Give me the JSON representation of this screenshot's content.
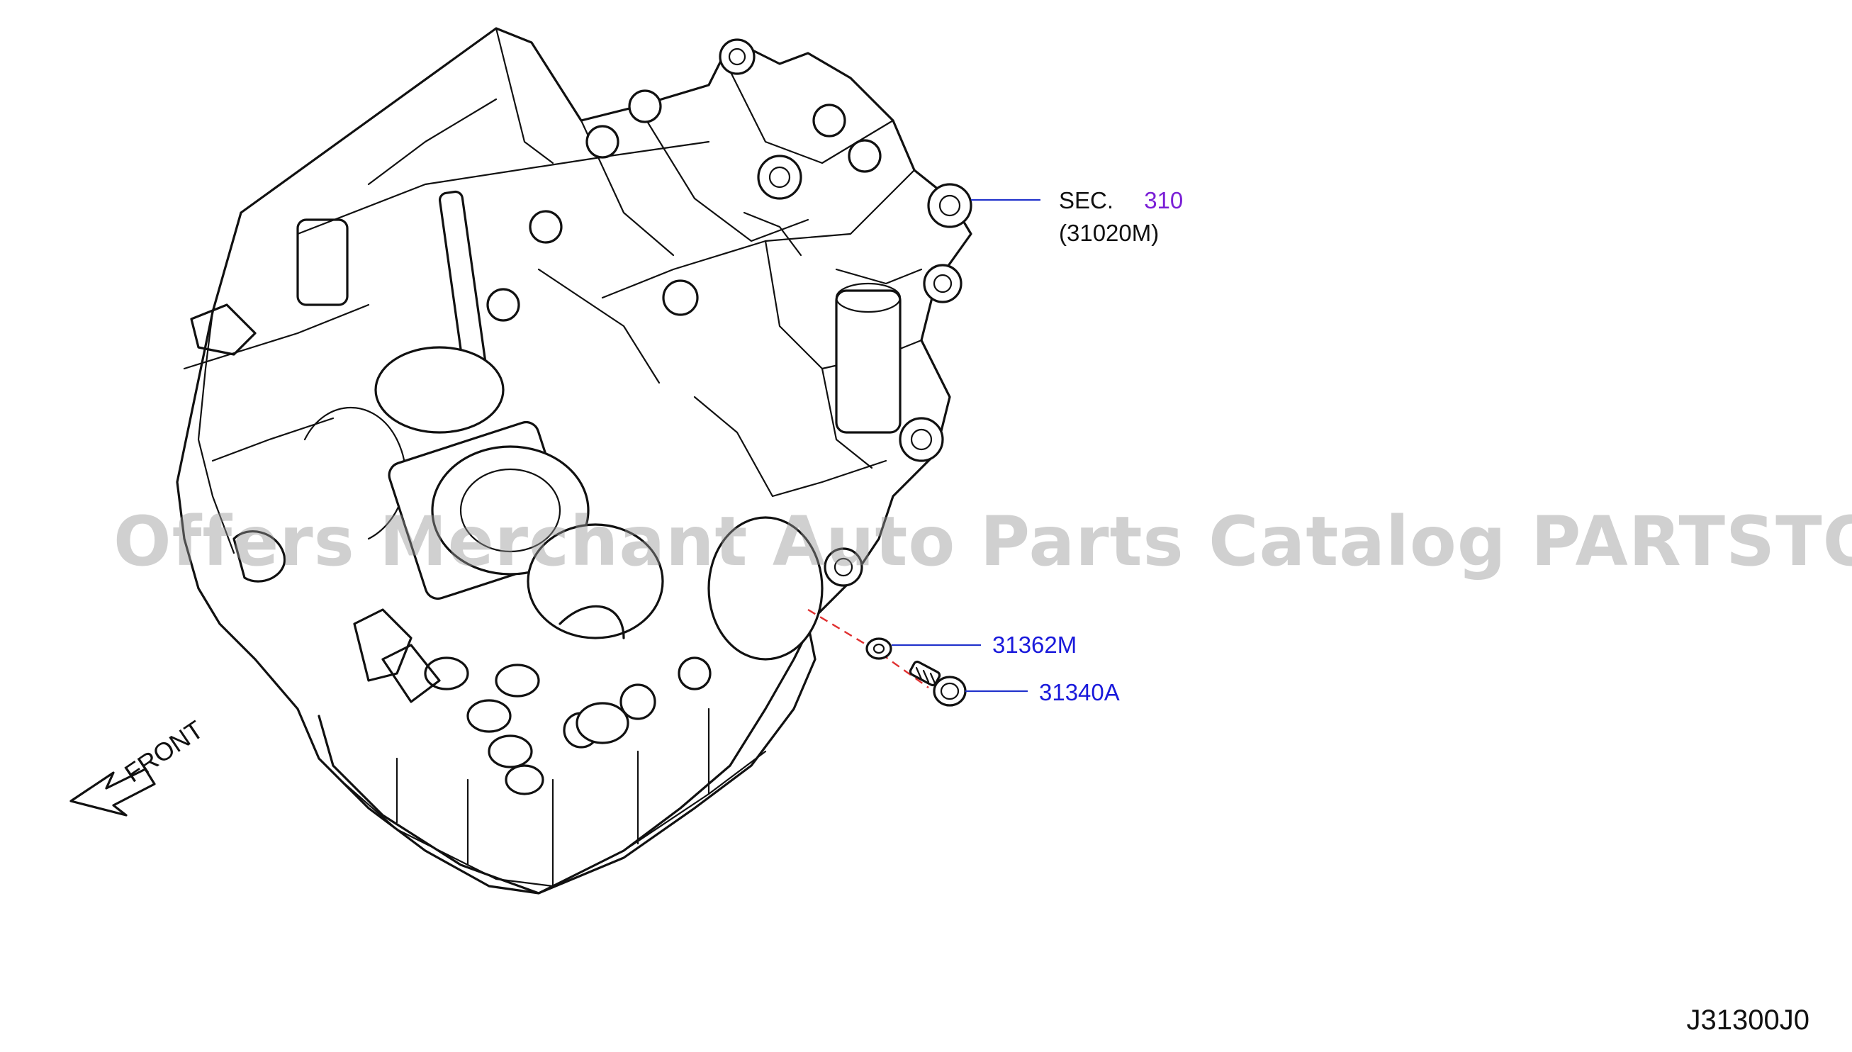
{
  "callouts": {
    "sec_prefix": "SEC.",
    "sec_number": "310",
    "sec_sub": "(31020M)",
    "washer_part": "31362M",
    "bolt_part": "31340A"
  },
  "direction_label": "FRONT",
  "watermark": "Offers Merchant Auto Parts Catalog PARTSTORE.SA",
  "diagram_code": "J31300J0",
  "colors": {
    "line": "#111111",
    "part_number": "#1a1adb",
    "section_number": "#7a1fd6",
    "leader": "#2233cc",
    "guide_dash": "#e03030",
    "watermark": "#9a9a9a"
  },
  "icons": {
    "direction_arrow": "arrow-down-left-icon"
  }
}
